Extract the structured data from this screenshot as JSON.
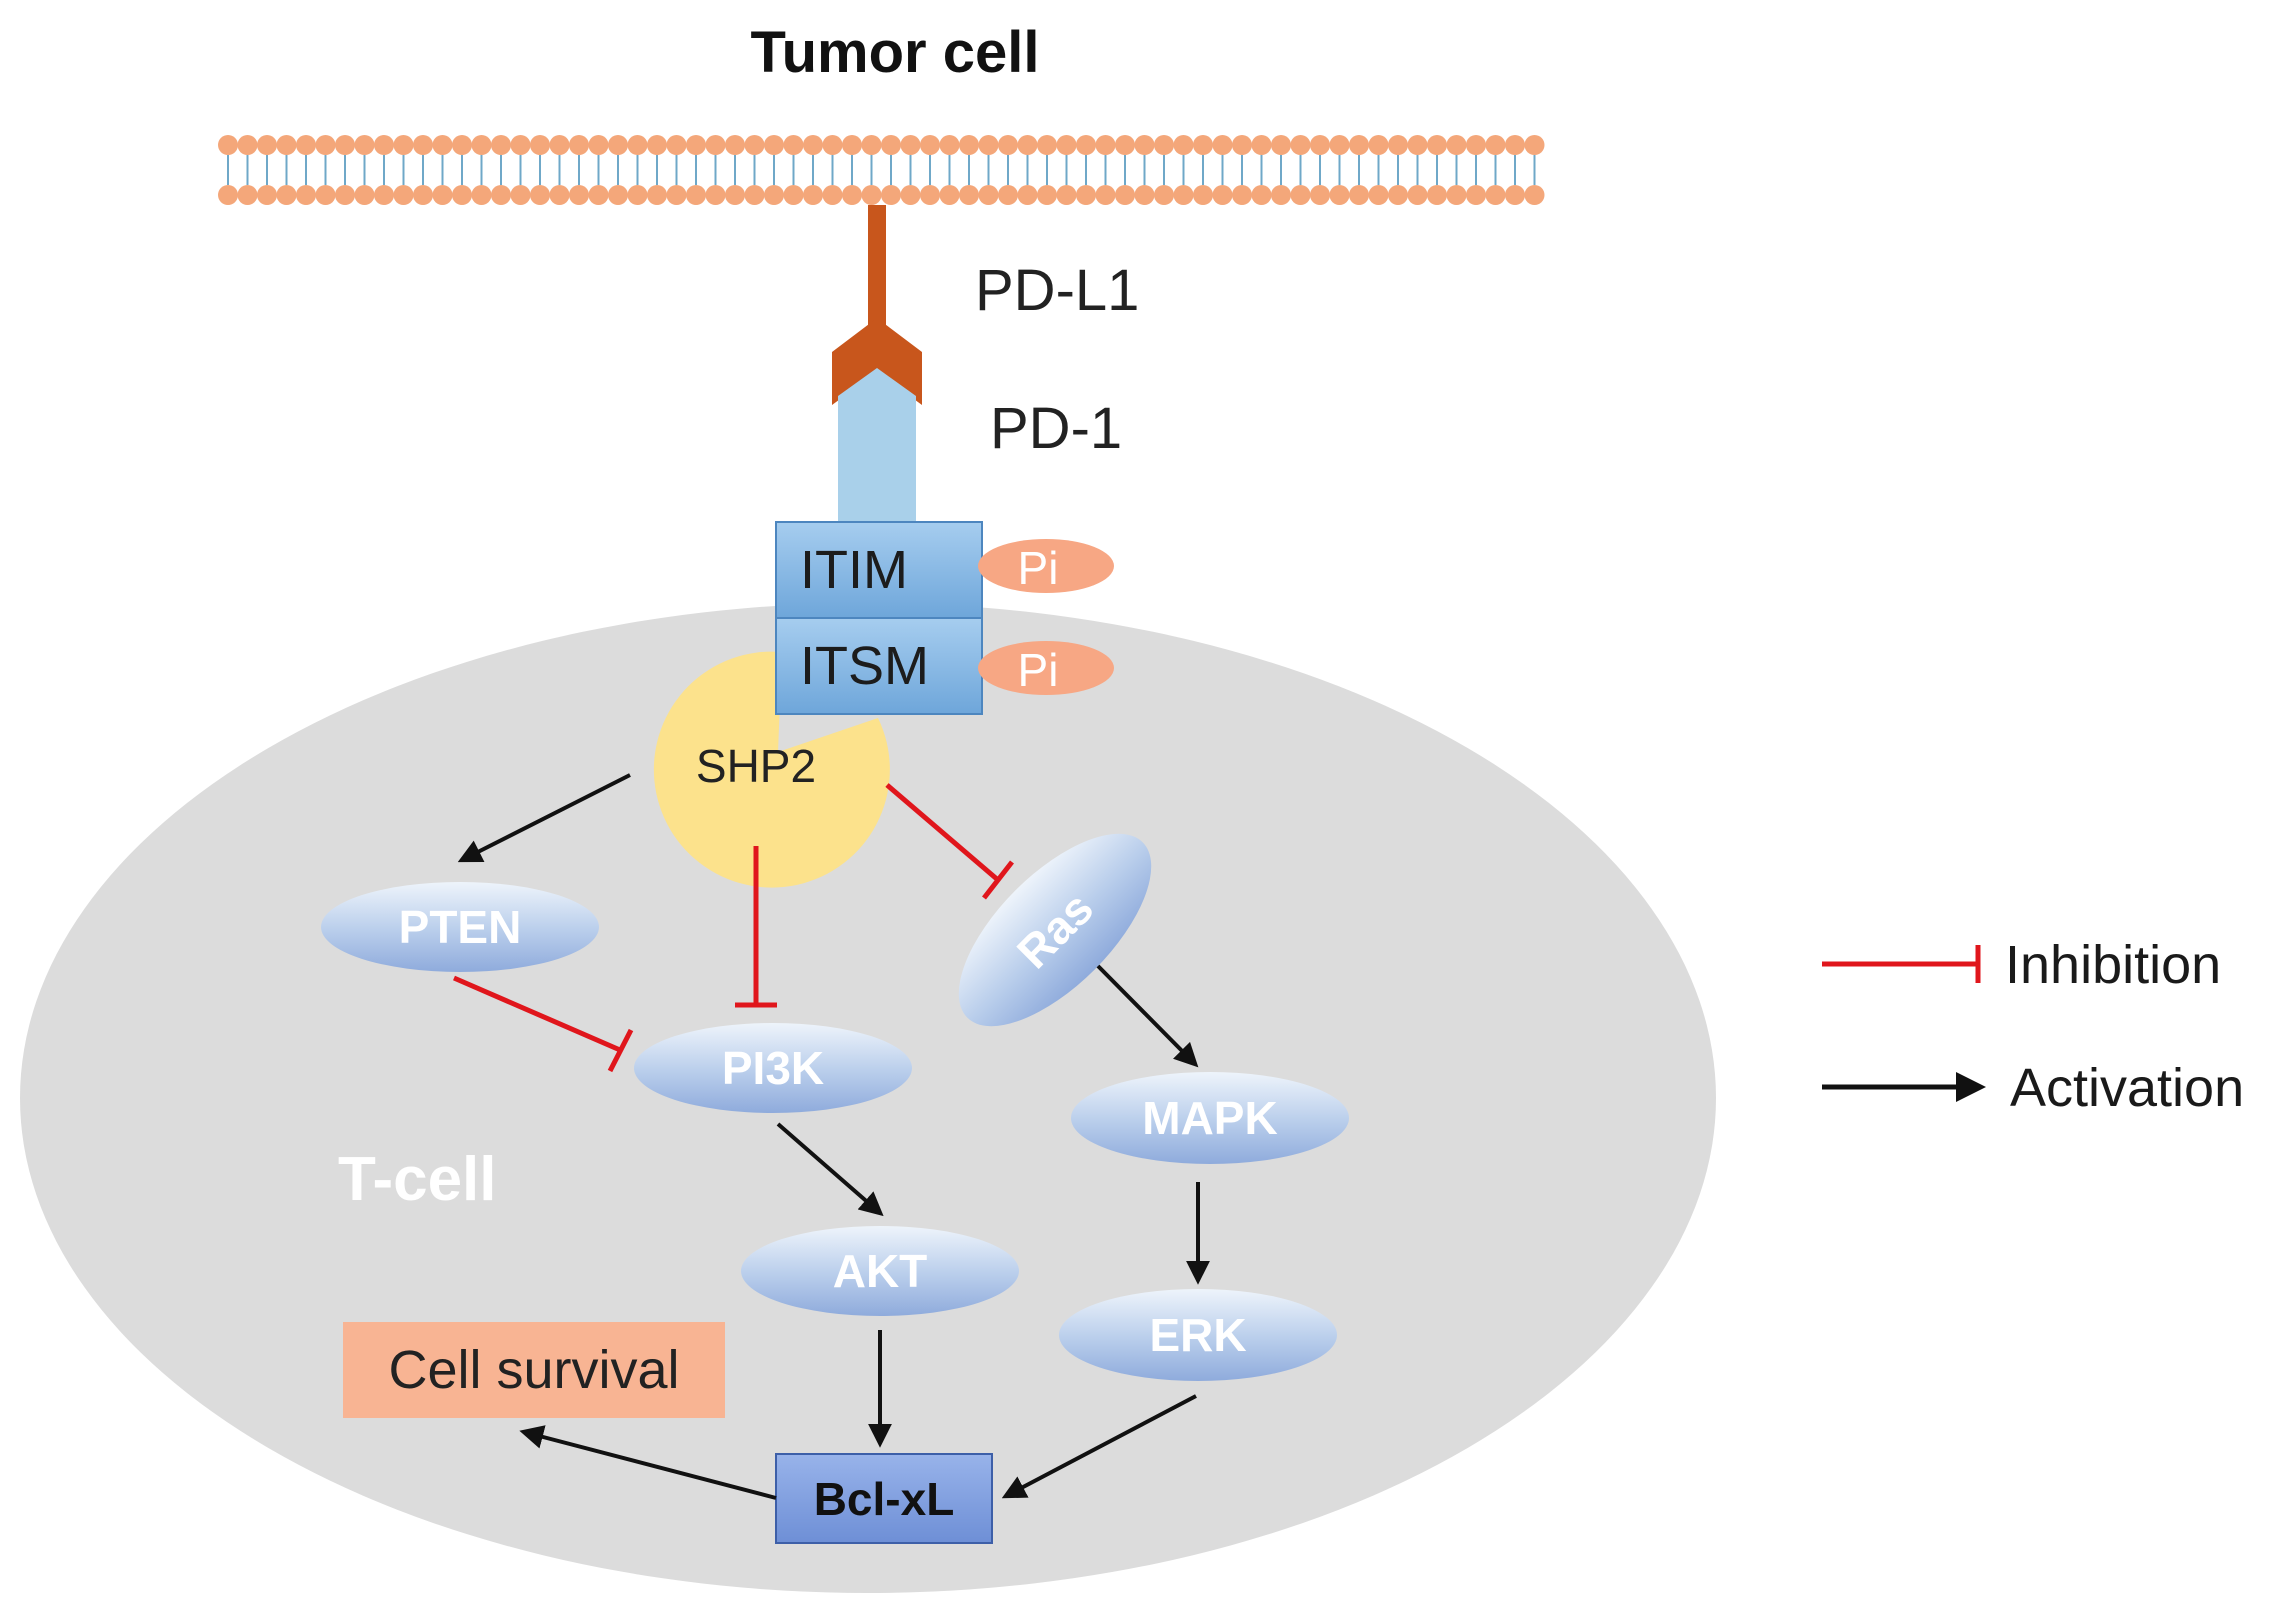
{
  "colors": {
    "cell_fill": "#dcdcdc",
    "membrane_head": "#f4a77a",
    "membrane_tail": "#6fa8c8",
    "pdl1": "#c8561c",
    "pd1": "#a9d0ea",
    "itim_box": "#8bbde4",
    "pi_fill": "#f7a784",
    "shp2": "#fce28c",
    "protein_light": "#e4edf8",
    "protein_dark": "#9cb7e3",
    "bclxl": "#7f9ee0",
    "survival": "#f8b493",
    "inhibition": "#e0161c",
    "activation": "#111111",
    "white_text": "#ffffff"
  },
  "labels": {
    "tumor_cell": "Tumor cell",
    "pd_l1": "PD-L1",
    "pd_1": "PD-1",
    "itim": "ITIM",
    "itsm": "ITSM",
    "pi_1": "Pi",
    "pi_2": "Pi",
    "shp2": "SHP2",
    "pten": "PTEN",
    "pi3k": "PI3K",
    "ras": "Ras",
    "mapk": "MAPK",
    "akt": "AKT",
    "erk": "ERK",
    "t_cell": "T-cell",
    "bcl_xl": "Bcl-xL",
    "cell_survival": "Cell survival"
  },
  "legend": {
    "inhibition": "Inhibition",
    "activation": "Activation"
  }
}
